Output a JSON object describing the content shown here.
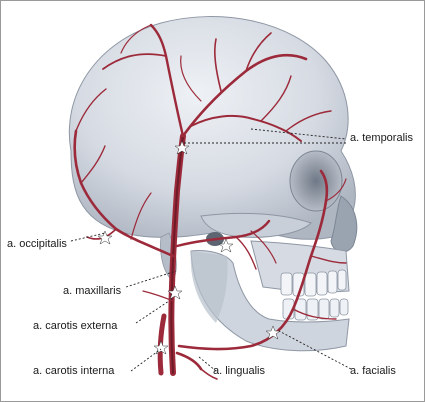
{
  "labels": {
    "temporalis": "a. temporalis",
    "occipitalis": "a. occipitalis",
    "maxillaris": "a. maxillaris",
    "carotis_externa": "a. carotis externa",
    "carotis_interna": "a. carotis interna",
    "lingualis": "a. lingualis",
    "facialis": "a. facialis"
  },
  "colors": {
    "bone": "#d9dee6",
    "bone_shadow": "#a9b2bf",
    "artery": "#9c2a3a",
    "artery_dark": "#6e1b28",
    "leader": "#222222"
  }
}
